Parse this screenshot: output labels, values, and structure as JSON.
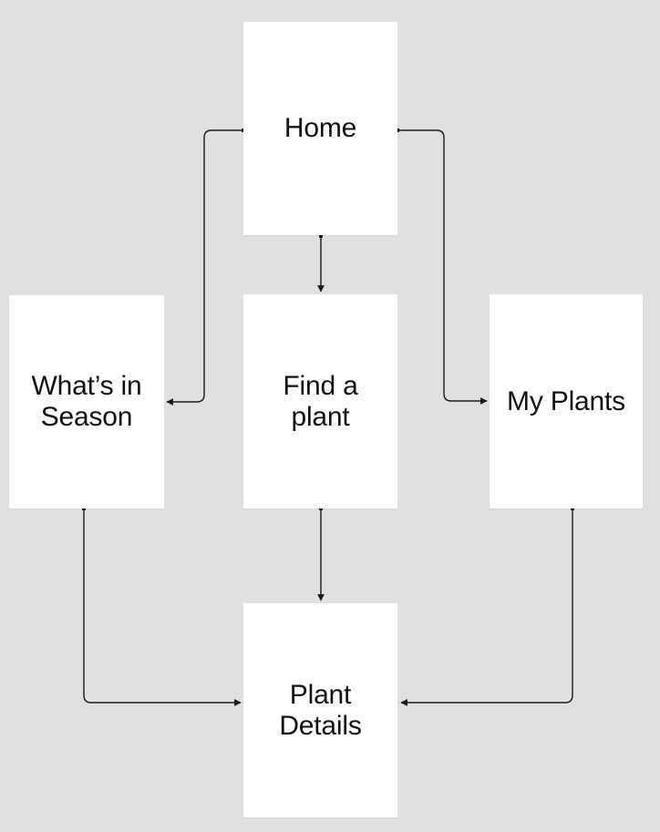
{
  "diagram": {
    "background_color": "#e0e0e0",
    "node_fill_color": "#ffffff",
    "edge_color": "#1a1a1a",
    "text_color": "#111111",
    "nodes": [
      {
        "id": "home",
        "label": "Home"
      },
      {
        "id": "whats-in-season",
        "label": "What’s in Season"
      },
      {
        "id": "find-a-plant",
        "label": "Find a plant"
      },
      {
        "id": "my-plants",
        "label": "My Plants"
      },
      {
        "id": "plant-details",
        "label": "Plant Details"
      }
    ],
    "edges": [
      {
        "from": "Home",
        "to": "What’s in Season",
        "direction": "arrow-into-target"
      },
      {
        "from": "Home",
        "to": "My Plants",
        "direction": "arrow-into-target"
      },
      {
        "from": "Home",
        "to": "Find a plant",
        "direction": "arrow-into-target"
      },
      {
        "from": "Find a plant",
        "to": "Plant Details",
        "direction": "arrow-into-target"
      },
      {
        "from": "What’s in Season",
        "to": "Plant Details",
        "direction": "arrow-into-target"
      },
      {
        "from": "My Plants",
        "to": "Plant Details",
        "direction": "arrow-into-target"
      }
    ]
  }
}
